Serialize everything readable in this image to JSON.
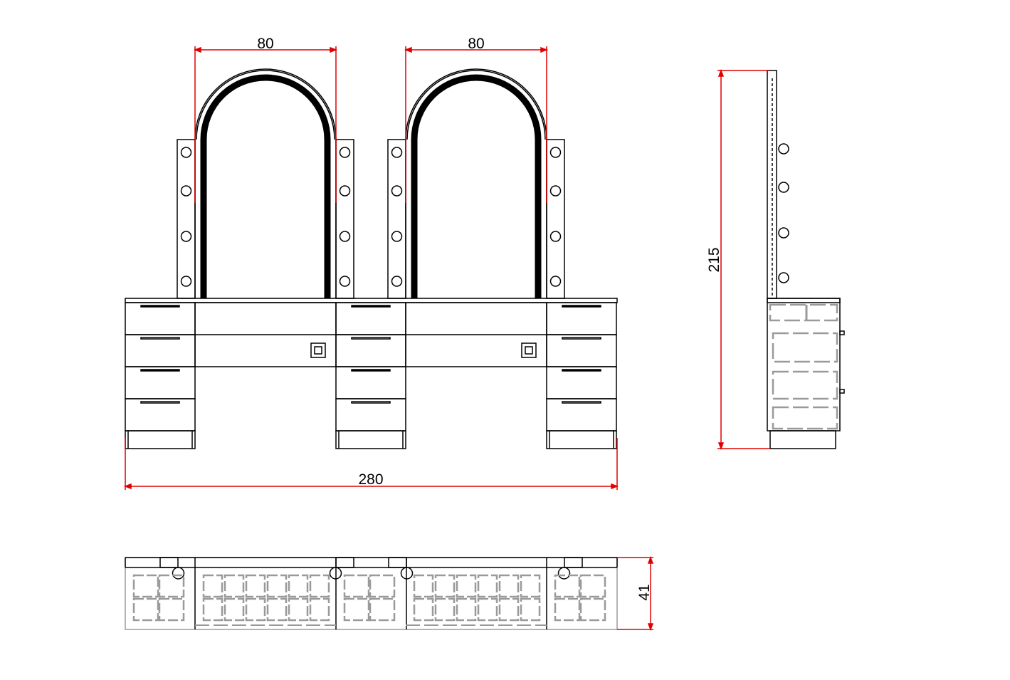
{
  "dimensions": {
    "mirror_left_width": "80",
    "mirror_right_width": "80",
    "total_width": "280",
    "total_height": "215",
    "depth": "41"
  },
  "colors": {
    "line": "#000000",
    "dimension": "#e00000",
    "hidden": "#9a9a9a"
  }
}
